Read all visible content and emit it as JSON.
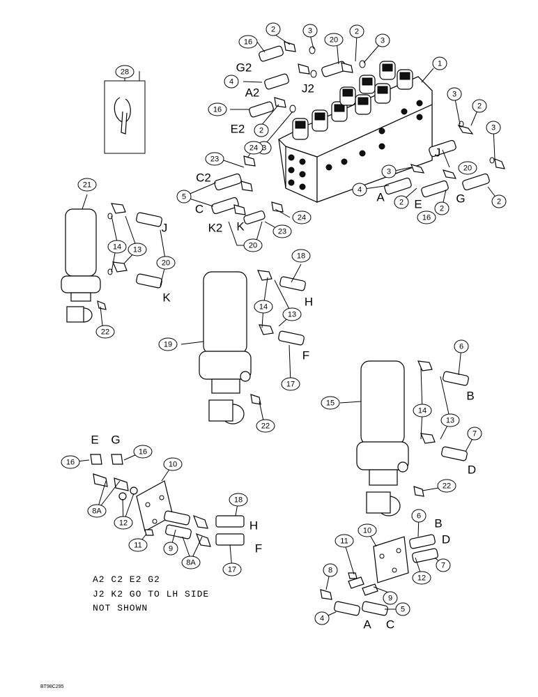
{
  "callouts": [
    {
      "id": "c28a",
      "text": "28"
    },
    {
      "id": "c16a",
      "text": "16"
    },
    {
      "id": "c2a",
      "text": "2"
    },
    {
      "id": "c3a",
      "text": "3"
    },
    {
      "id": "c20a",
      "text": "20"
    },
    {
      "id": "c2b",
      "text": "2"
    },
    {
      "id": "c3b",
      "text": "3"
    },
    {
      "id": "c1",
      "text": "1"
    },
    {
      "id": "c4a",
      "text": "4"
    },
    {
      "id": "c16b",
      "text": "16"
    },
    {
      "id": "c2c",
      "text": "2"
    },
    {
      "id": "c3c",
      "text": "3"
    },
    {
      "id": "c3d",
      "text": "3"
    },
    {
      "id": "c2d",
      "text": "2"
    },
    {
      "id": "c3e",
      "text": "3"
    },
    {
      "id": "c24a",
      "text": "24"
    },
    {
      "id": "c23a",
      "text": "23"
    },
    {
      "id": "c5a",
      "text": "5"
    },
    {
      "id": "c20b",
      "text": "20"
    },
    {
      "id": "c3f",
      "text": "3"
    },
    {
      "id": "c4b",
      "text": "4"
    },
    {
      "id": "c2e",
      "text": "2"
    },
    {
      "id": "c2f",
      "text": "2"
    },
    {
      "id": "c16c",
      "text": "16"
    },
    {
      "id": "c2g",
      "text": "2"
    },
    {
      "id": "c24b",
      "text": "24"
    },
    {
      "id": "c23b",
      "text": "23"
    },
    {
      "id": "c20c",
      "text": "20"
    },
    {
      "id": "c21",
      "text": "21"
    },
    {
      "id": "c14a",
      "text": "14"
    },
    {
      "id": "c13a",
      "text": "13"
    },
    {
      "id": "c20d",
      "text": "20"
    },
    {
      "id": "c22a",
      "text": "22"
    },
    {
      "id": "c18a",
      "text": "18"
    },
    {
      "id": "c14b",
      "text": "14"
    },
    {
      "id": "c13b",
      "text": "13"
    },
    {
      "id": "c19",
      "text": "19"
    },
    {
      "id": "c17a",
      "text": "17"
    },
    {
      "id": "c22b",
      "text": "22"
    },
    {
      "id": "c6a",
      "text": "6"
    },
    {
      "id": "c15",
      "text": "15"
    },
    {
      "id": "c14c",
      "text": "14"
    },
    {
      "id": "c13c",
      "text": "13"
    },
    {
      "id": "c7a",
      "text": "7"
    },
    {
      "id": "c22c",
      "text": "22"
    },
    {
      "id": "c16d",
      "text": "16"
    },
    {
      "id": "c16e",
      "text": "16"
    },
    {
      "id": "c10a",
      "text": "10"
    },
    {
      "id": "c8Aa",
      "text": "8A"
    },
    {
      "id": "c12a",
      "text": "12"
    },
    {
      "id": "c18b",
      "text": "18"
    },
    {
      "id": "c11a",
      "text": "11"
    },
    {
      "id": "c9a",
      "text": "9"
    },
    {
      "id": "c8Ab",
      "text": "8A"
    },
    {
      "id": "c17b",
      "text": "17"
    },
    {
      "id": "c10b",
      "text": "10"
    },
    {
      "id": "c6b",
      "text": "6"
    },
    {
      "id": "c11b",
      "text": "11"
    },
    {
      "id": "c12b",
      "text": "12"
    },
    {
      "id": "c7b",
      "text": "7"
    },
    {
      "id": "c8",
      "text": "8"
    },
    {
      "id": "c9b",
      "text": "9"
    },
    {
      "id": "c4c",
      "text": "4"
    },
    {
      "id": "c5b",
      "text": "5"
    }
  ],
  "port_labels": [
    {
      "id": "G2",
      "text": "G2"
    },
    {
      "id": "A2",
      "text": "A2"
    },
    {
      "id": "J2",
      "text": "J2"
    },
    {
      "id": "E2",
      "text": "E2"
    },
    {
      "id": "C2",
      "text": "C2"
    },
    {
      "id": "C",
      "text": "C"
    },
    {
      "id": "K2",
      "text": "K2"
    },
    {
      "id": "K",
      "text": "K"
    },
    {
      "id": "Jv",
      "text": "J"
    },
    {
      "id": "Av",
      "text": "A"
    },
    {
      "id": "Ev",
      "text": "E"
    },
    {
      "id": "Gv",
      "text": "G"
    },
    {
      "id": "Jl",
      "text": "J"
    },
    {
      "id": "Kl",
      "text": "K"
    },
    {
      "id": "Hc",
      "text": "H"
    },
    {
      "id": "Fc",
      "text": "F"
    },
    {
      "id": "Br",
      "text": "B"
    },
    {
      "id": "Dr",
      "text": "D"
    },
    {
      "id": "Eb",
      "text": "E"
    },
    {
      "id": "Gb",
      "text": "G"
    },
    {
      "id": "Hb",
      "text": "H"
    },
    {
      "id": "Fb",
      "text": "F"
    },
    {
      "id": "Bb",
      "text": "B"
    },
    {
      "id": "Db",
      "text": "D"
    },
    {
      "id": "Ab",
      "text": "A"
    },
    {
      "id": "Cb",
      "text": "C"
    }
  ],
  "note_lines": [
    "A2  C2  E2  G2",
    "J2  K2  GO  TO  LH  SIDE",
    "NOT  SHOWN"
  ],
  "figure_code": "BT98C295"
}
